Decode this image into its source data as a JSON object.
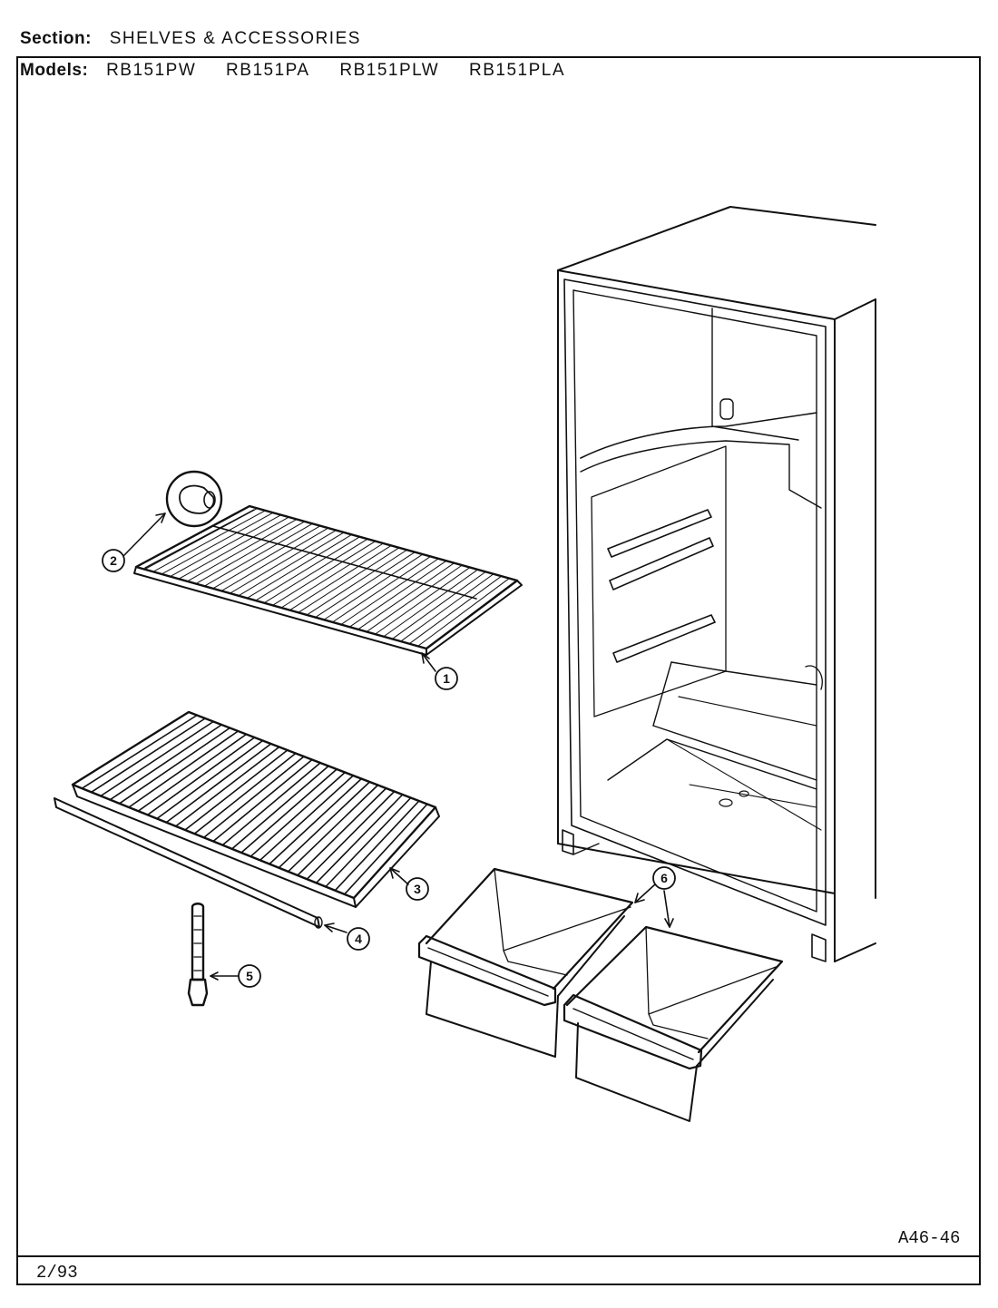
{
  "header": {
    "section_label": "Section:",
    "section_value": "SHELVES & ACCESSORIES",
    "models_label": "Models:",
    "models": [
      "RB151PW",
      "RB151PA",
      "RB151PLW",
      "RB151PLA"
    ]
  },
  "callouts": [
    "1",
    "2",
    "3",
    "4",
    "5",
    "6"
  ],
  "footer": {
    "date": "2/93",
    "code": "A46-46"
  }
}
